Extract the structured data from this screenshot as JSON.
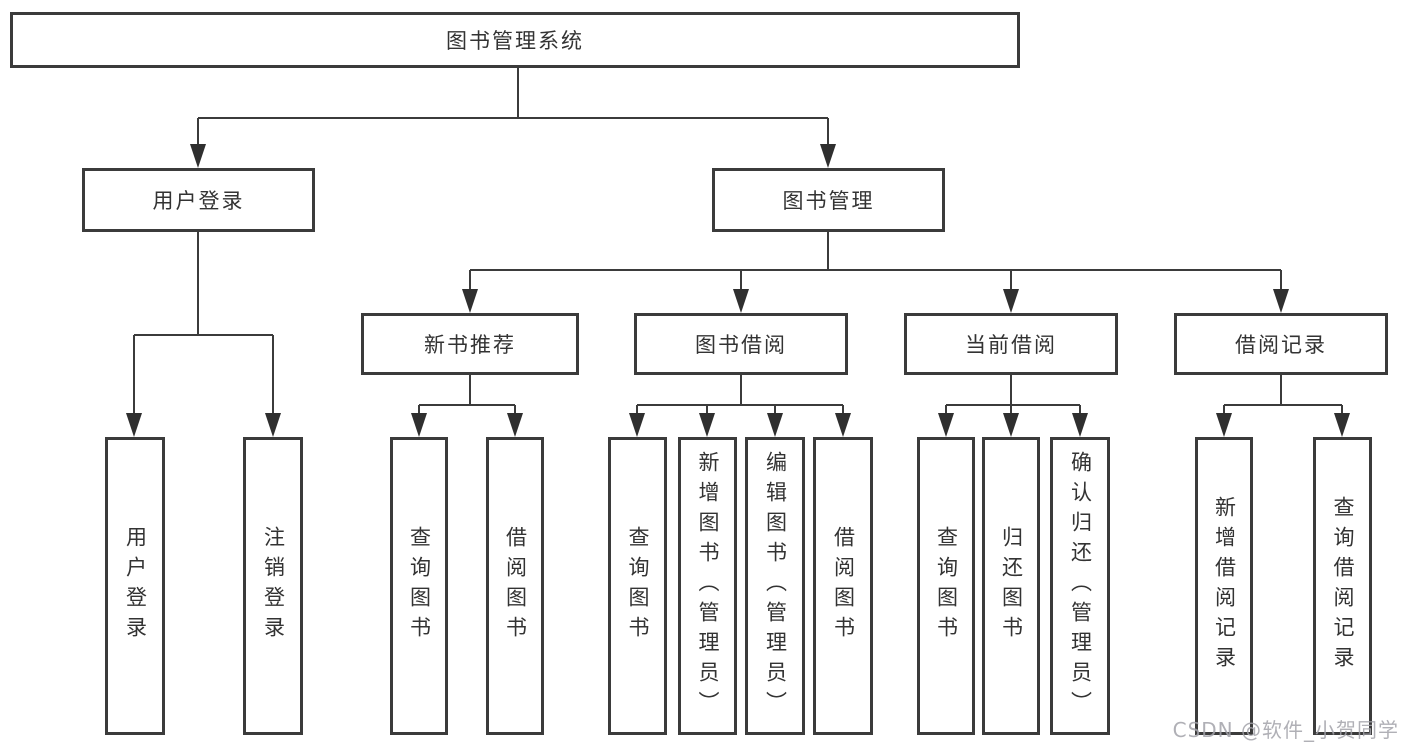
{
  "colors": {
    "line": "#3b3b3b",
    "box_border": "#3b3b3b",
    "text": "#333333",
    "background": "#ffffff",
    "watermark": "#a3a3aa"
  },
  "watermark": {
    "text": "CSDN @软件_小贺同学"
  },
  "diagram": {
    "type": "hierarchy-diagram",
    "root": {
      "label": "图书管理系统"
    },
    "branches": [
      {
        "label": "用户登录",
        "children": [
          {
            "label": "用户登录"
          },
          {
            "label": "注销登录"
          }
        ]
      },
      {
        "label": "图书管理",
        "children": [
          {
            "label": "新书推荐",
            "children": [
              {
                "label": "查询图书"
              },
              {
                "label": "借阅图书"
              }
            ]
          },
          {
            "label": "图书借阅",
            "children": [
              {
                "label": "查询图书"
              },
              {
                "label": "新增图书（管理员）"
              },
              {
                "label": "编辑图书（管理员）"
              },
              {
                "label": "借阅图书"
              }
            ]
          },
          {
            "label": "当前借阅",
            "children": [
              {
                "label": "查询图书"
              },
              {
                "label": "归还图书"
              },
              {
                "label": "确认归还（管理员）"
              }
            ]
          },
          {
            "label": "借阅记录",
            "children": [
              {
                "label": "新增借阅记录"
              },
              {
                "label": "查询借阅记录"
              }
            ]
          }
        ]
      }
    ]
  }
}
